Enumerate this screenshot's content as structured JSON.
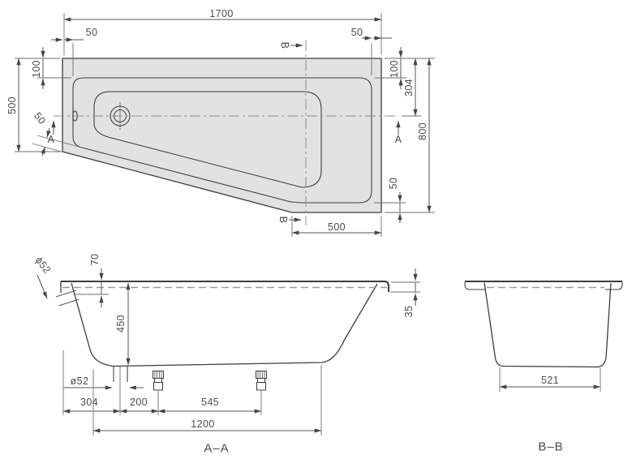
{
  "colors": {
    "tub_fill": "#e2e2e2",
    "outline": "#3c3c3c",
    "dimension_lines": "#555555",
    "centerline": "#8c8c8c"
  },
  "plan_view": {
    "overall_length": "1700",
    "rim_offset_left": "50",
    "rim_offset_right": "50",
    "width_left_end": "500",
    "basin_offset_top_left": "100",
    "basin_offset_top_right": "100",
    "basin_offset_diagonal": "50",
    "width_right_end": "800",
    "drain_axis_from_top": "304",
    "basin_offset_bottom": "50",
    "bottom_edge_length": "500",
    "section_a_label": "A",
    "section_b_label": "B"
  },
  "section_aa": {
    "label": "A–A",
    "overflow_diameter": "ϕ52",
    "overflow_from_rim": "70",
    "inner_depth": "450",
    "rim_drop": "35",
    "drain_diameter": "ø52",
    "end_to_drain": "304",
    "drain_to_front_foot": "200",
    "foot_spacing": "545",
    "flat_base_length": "1200"
  },
  "section_bb": {
    "label": "B–B",
    "flat_base_width": "521"
  }
}
